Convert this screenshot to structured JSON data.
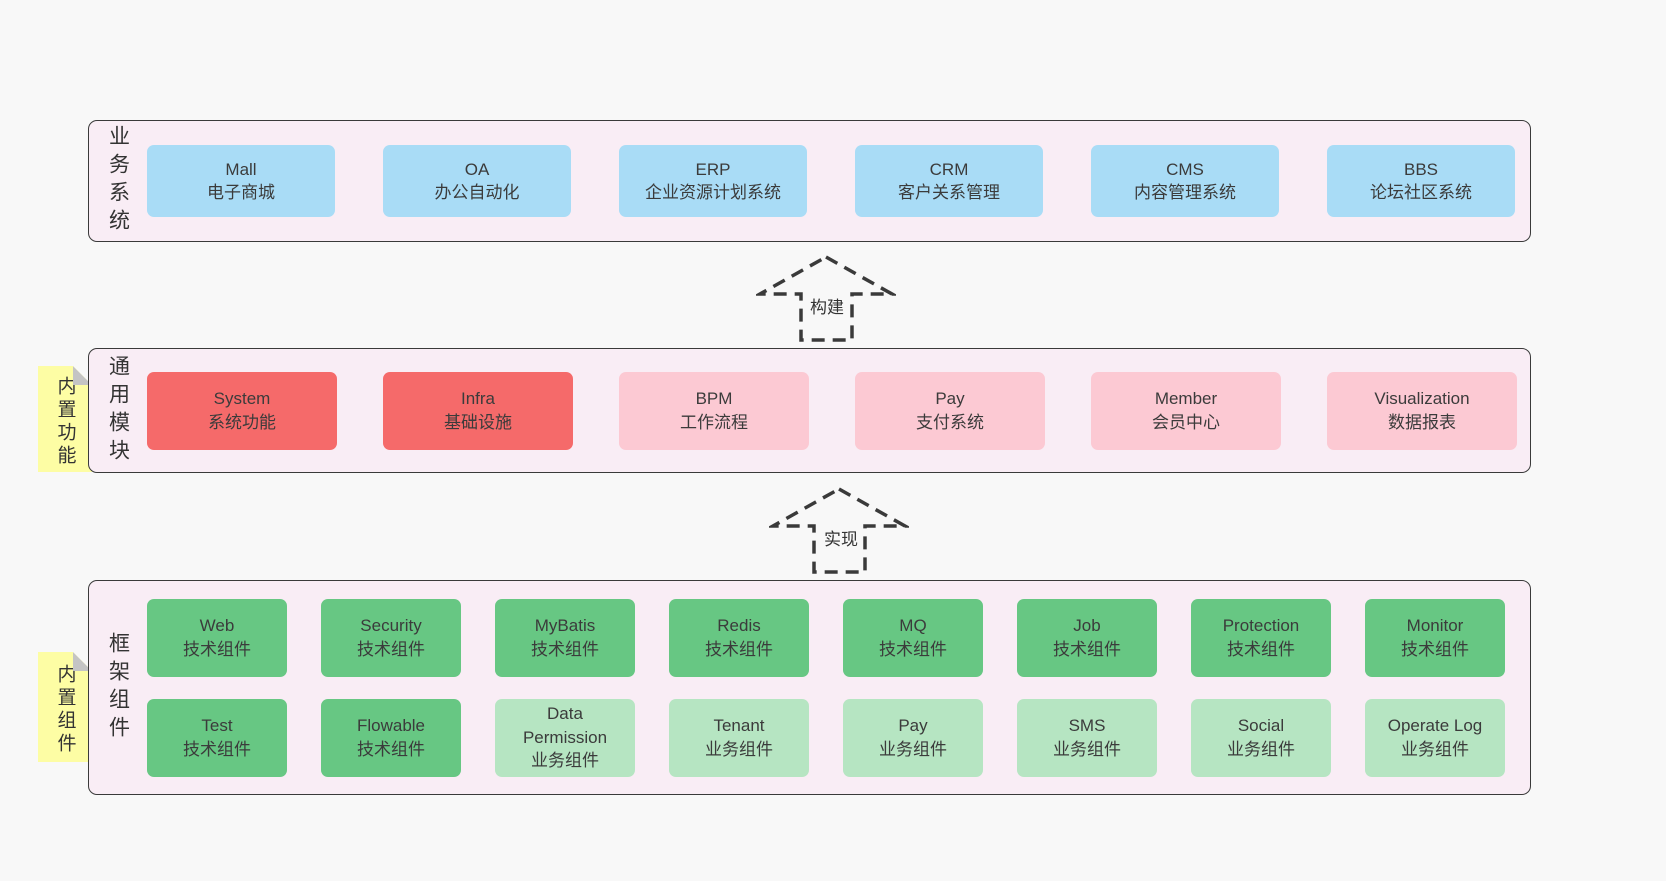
{
  "colors": {
    "page_bg": "#f8f8f8",
    "layer_bg": "#f9edf5",
    "layer_border": "#3a3a3a",
    "blue": "#a9dcf6",
    "red": "#f56a6a",
    "pink": "#fcc9d3",
    "green": "#67c783",
    "lightgreen": "#b6e5c2",
    "sticky_yellow": "#fdfda4",
    "sticky_fold": "#c4c4c4",
    "text": "#3b3b3b"
  },
  "arrows": [
    {
      "label": "构建"
    },
    {
      "label": "实现"
    }
  ],
  "layers": [
    {
      "side_label": "业务系统",
      "boxes": [
        {
          "title": "Mall",
          "subtitle": "电子商城",
          "color": "blue"
        },
        {
          "title": "OA",
          "subtitle": "办公自动化",
          "color": "blue"
        },
        {
          "title": "ERP",
          "subtitle": "企业资源计划系统",
          "color": "blue"
        },
        {
          "title": "CRM",
          "subtitle": "客户关系管理",
          "color": "blue"
        },
        {
          "title": "CMS",
          "subtitle": "内容管理系统",
          "color": "blue"
        },
        {
          "title": "BBS",
          "subtitle": "论坛社区系统",
          "color": "blue"
        }
      ]
    },
    {
      "side_label": "通用模块",
      "sticky_label": "内置功能",
      "boxes": [
        {
          "title": "System",
          "subtitle": "系统功能",
          "color": "red"
        },
        {
          "title": "Infra",
          "subtitle": "基础设施",
          "color": "red"
        },
        {
          "title": "BPM",
          "subtitle": "工作流程",
          "color": "pink"
        },
        {
          "title": "Pay",
          "subtitle": "支付系统",
          "color": "pink"
        },
        {
          "title": "Member",
          "subtitle": "会员中心",
          "color": "pink"
        },
        {
          "title": "Visualization",
          "subtitle": "数据报表",
          "color": "pink"
        }
      ]
    },
    {
      "side_label": "框架组件",
      "sticky_label": "内置组件",
      "row1": [
        {
          "title": "Web",
          "subtitle": "技术组件",
          "color": "green"
        },
        {
          "title": "Security",
          "subtitle": "技术组件",
          "color": "green"
        },
        {
          "title": "MyBatis",
          "subtitle": "技术组件",
          "color": "green"
        },
        {
          "title": "Redis",
          "subtitle": "技术组件",
          "color": "green"
        },
        {
          "title": "MQ",
          "subtitle": "技术组件",
          "color": "green"
        },
        {
          "title": "Job",
          "subtitle": "技术组件",
          "color": "green"
        },
        {
          "title": "Protection",
          "subtitle": "技术组件",
          "color": "green"
        },
        {
          "title": "Monitor",
          "subtitle": "技术组件",
          "color": "green"
        }
      ],
      "row2": [
        {
          "title": "Test",
          "subtitle": "技术组件",
          "color": "green"
        },
        {
          "title": "Flowable",
          "subtitle": "技术组件",
          "color": "green"
        },
        {
          "title": "Data Permission",
          "subtitle": "业务组件",
          "color": "lightgreen"
        },
        {
          "title": "Tenant",
          "subtitle": "业务组件",
          "color": "lightgreen"
        },
        {
          "title": "Pay",
          "subtitle": "业务组件",
          "color": "lightgreen"
        },
        {
          "title": "SMS",
          "subtitle": "业务组件",
          "color": "lightgreen"
        },
        {
          "title": "Social",
          "subtitle": "业务组件",
          "color": "lightgreen"
        },
        {
          "title": "Operate Log",
          "subtitle": "业务组件",
          "color": "lightgreen"
        }
      ]
    }
  ]
}
